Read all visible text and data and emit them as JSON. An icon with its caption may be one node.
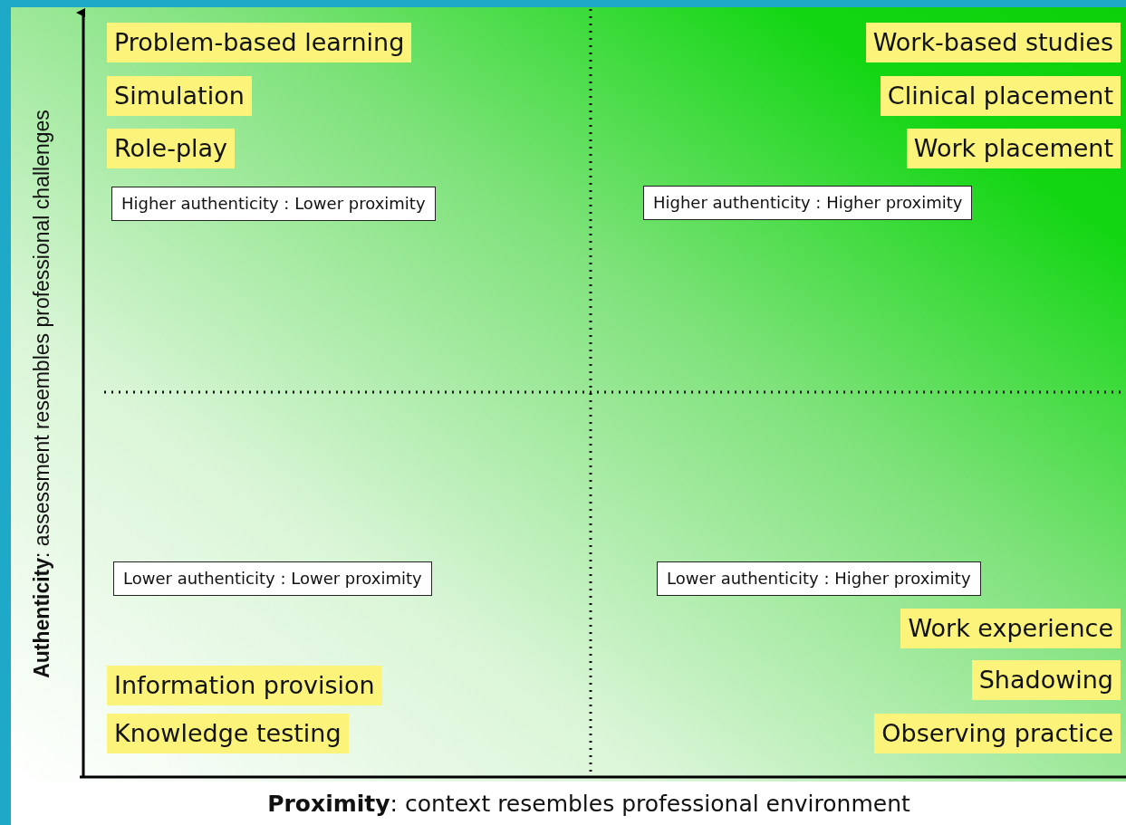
{
  "diagram": {
    "nodes": [
      {
        "text": [
          "Problem-based learning"
        ]
      },
      {
        "text": [
          "Work-based studies"
        ]
      },
      {
        "text": [
          "Simulation"
        ]
      },
      {
        "text": [
          "Clinical placement"
        ]
      },
      {
        "text": [
          "Role-play"
        ]
      },
      {
        "text": [
          "Work placement"
        ]
      },
      {
        "text": [
          "Higher authenticity : Lower proximity"
        ]
      },
      {
        "text": [
          "Higher authenticity : Higher proximity"
        ]
      },
      {
        "text": [
          "Lower authenticity : Lower proximity"
        ]
      },
      {
        "text": [
          "Lower authenticity : Higher proximity"
        ]
      },
      {
        "text": [
          "Work experience"
        ]
      },
      {
        "text": [
          "Information provision"
        ]
      },
      {
        "text": [
          "Shadowing"
        ]
      },
      {
        "text": [
          "Knowledge testing"
        ]
      },
      {
        "text": [
          "Observing practice"
        ]
      }
    ],
    "labels": [
      "**Authenticity**: assessment resembles professional challenges",
      "**Proximity**: context resembles professional environment"
    ]
  }
}
